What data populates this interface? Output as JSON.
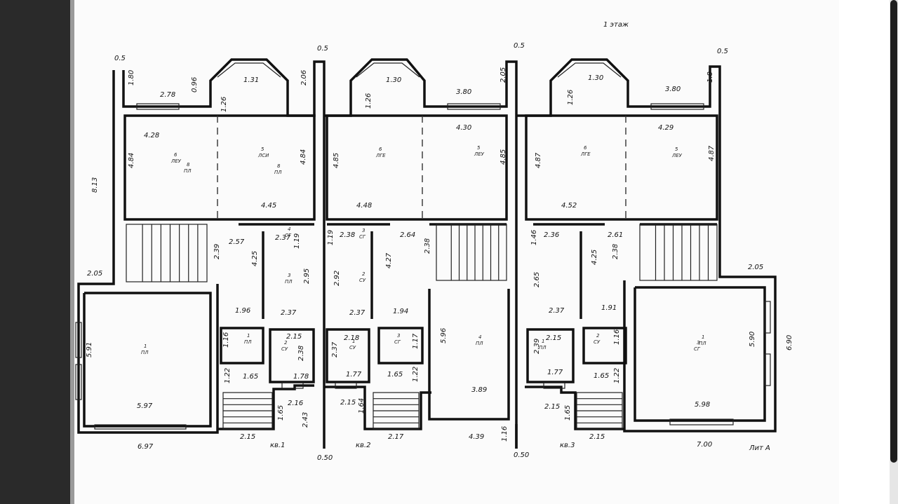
{
  "plan": {
    "floor_title": "1 этаж",
    "sheet_label": "Лит А",
    "units": [
      "кв.1",
      "кв.2",
      "кв.3"
    ],
    "dims": [
      "0.5",
      "0.5",
      "0.5",
      "0.5",
      "0.50",
      "0.50",
      "1.80",
      "2.78",
      "0.96",
      "1.26",
      "1.31",
      "2.06",
      "1.30",
      "1.26",
      "2.05",
      "3.80",
      "1.30",
      "1.26",
      "3.80",
      "1.8",
      "4.28",
      "4.84",
      "8.13",
      "2.05",
      "5.97",
      "6.97",
      "5.91",
      "4.45",
      "4.84",
      "2.57",
      "2.37",
      "1.19",
      "2.39",
      "4.25",
      "2.95",
      "2.37",
      "1.96",
      "1.16",
      "1.65",
      "1.22",
      "2.15",
      "2.38",
      "1.78",
      "2.16",
      "1.65",
      "2.15",
      "2.43",
      "4.48",
      "4.85",
      "2.38",
      "1.19",
      "2.64",
      "4.27",
      "2.92",
      "2.37",
      "1.94",
      "2.18",
      "2.37",
      "1.17",
      "1.77",
      "1.65",
      "1.22",
      "2.15",
      "1.64",
      "2.17",
      "4.30",
      "4.85",
      "2.38",
      "5.96",
      "3.89",
      "4.39",
      "1.16",
      "4.52",
      "4.87",
      "1.46",
      "2.36",
      "2.61",
      "4.25",
      "2.38",
      "2.65",
      "2.37",
      "1.91",
      "2.15",
      "2.39",
      "1.16",
      "1.77",
      "1.65",
      "1.22",
      "2.15",
      "1.65",
      "2.15",
      "4.29",
      "4.87",
      "2.05",
      "5.90",
      "6.90",
      "5.98",
      "7.00"
    ],
    "rooms": [
      "6",
      "ЛЕУ",
      "5",
      "ЛСИ",
      "6",
      "ЛГЕ",
      "5",
      "ЛЕУ",
      "6",
      "ЛГЕ",
      "5",
      "ЛЕУ",
      "4",
      "СГ",
      "3",
      "СГ",
      "3",
      "ПЛ",
      "2",
      "СУ",
      "1",
      "ПЛ",
      "1",
      "СУ",
      "2",
      "СУ",
      "3",
      "СГ",
      "4",
      "ПЛ",
      "1",
      "ПЛ",
      "2",
      "СУ",
      "3",
      "СГ",
      "1",
      "ПЛ",
      "1",
      "ПЛ",
      "8",
      "ПЛ",
      "8",
      "ПЛ"
    ]
  },
  "viewer": {
    "background": "#2a2a2a",
    "scrollbar_thumb": "#1e1e1e"
  }
}
